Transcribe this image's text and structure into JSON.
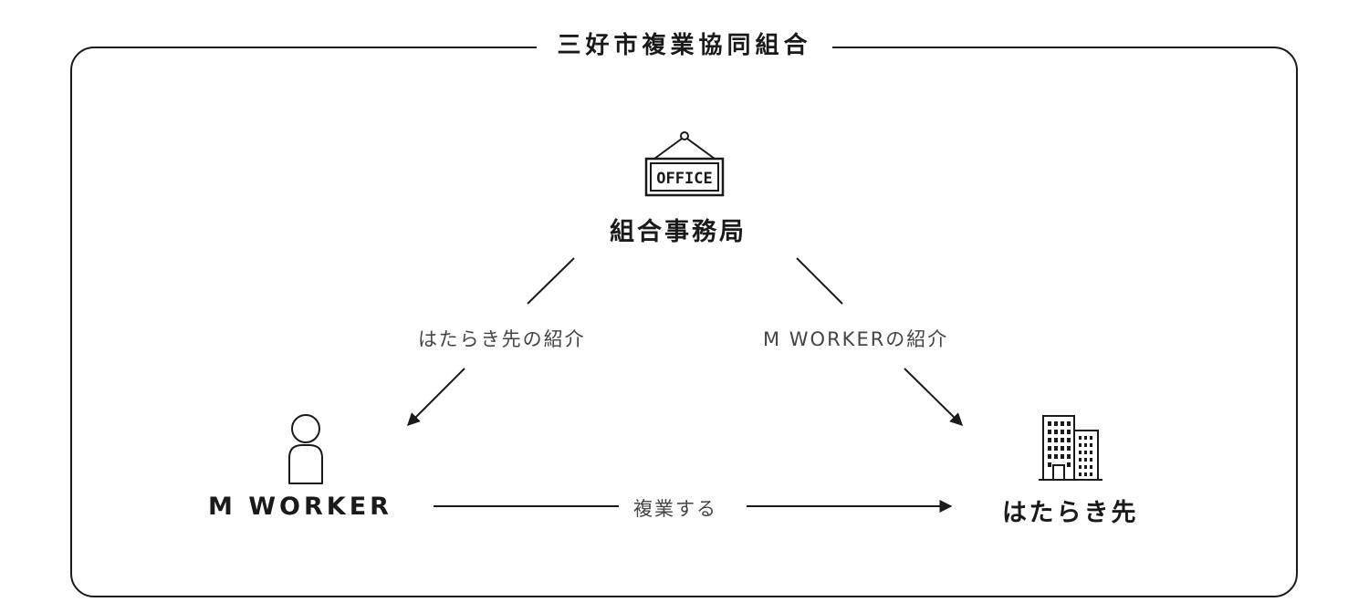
{
  "frame": {
    "title": "三好市複業協同組合"
  },
  "nodes": {
    "office": {
      "icon": "office-sign-icon",
      "sign_text": "OFFICE",
      "label": "組合事務局"
    },
    "worker": {
      "icon": "person-icon",
      "label": "M WORKER"
    },
    "workplace": {
      "icon": "building-icon",
      "label": "はたらき先"
    }
  },
  "edges": {
    "office_to_worker": {
      "label": "はたらき先の紹介"
    },
    "office_to_workplace": {
      "label": "M WORKERの紹介"
    },
    "worker_to_workplace": {
      "label": "複業する"
    }
  },
  "colors": {
    "stroke": "#1a1a1a",
    "edge_text": "#444444",
    "background": "#ffffff"
  }
}
